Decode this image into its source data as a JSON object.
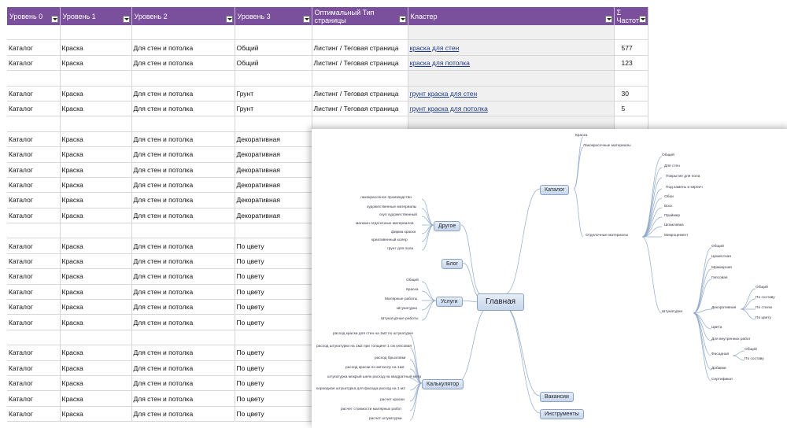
{
  "table": {
    "headers": [
      {
        "label": "Уровень 0"
      },
      {
        "label": "Уровень 1"
      },
      {
        "label": "Уровень 2"
      },
      {
        "label": "Уровень 3"
      },
      {
        "label": "Оптимальный Тип страницы"
      },
      {
        "label": "Кластер"
      },
      {
        "label": "Σ Частот"
      }
    ],
    "rows": [
      {
        "c0": "",
        "c1": "",
        "c2": "",
        "c3": "",
        "c4": "",
        "c5": "",
        "c6": ""
      },
      {
        "c0": "Каталог",
        "c1": "Краска",
        "c2": "Для стен и потолка",
        "c3": "Общий",
        "c4": "Листинг / Теговая страница",
        "c5": "краска для стен",
        "c6": "577"
      },
      {
        "c0": "Каталог",
        "c1": "Краска",
        "c2": "Для стен и потолка",
        "c3": "Общий",
        "c4": "Листинг / Теговая страница",
        "c5": "краска для потолка",
        "c6": "123"
      },
      {
        "c0": "",
        "c1": "",
        "c2": "",
        "c3": "",
        "c4": "",
        "c5": "",
        "c6": ""
      },
      {
        "c0": "Каталог",
        "c1": "Краска",
        "c2": "Для стен и потолка",
        "c3": "Грунт",
        "c4": "Листинг / Теговая страница",
        "c5": "грунт краска для стен",
        "c6": "30"
      },
      {
        "c0": "Каталог",
        "c1": "Краска",
        "c2": "Для стен и потолка",
        "c3": "Грунт",
        "c4": "Листинг / Теговая страница",
        "c5": "грунт краска для потолка",
        "c6": "5"
      },
      {
        "c0": "",
        "c1": "",
        "c2": "",
        "c3": "",
        "c4": "",
        "c5": "",
        "c6": ""
      },
      {
        "c0": "Каталог",
        "c1": "Краска",
        "c2": "Для стен и потолка",
        "c3": "Декоративная",
        "c4": "",
        "c5": "",
        "c6": ""
      },
      {
        "c0": "Каталог",
        "c1": "Краска",
        "c2": "Для стен и потолка",
        "c3": "Декоративная",
        "c4": "",
        "c5": "",
        "c6": ""
      },
      {
        "c0": "Каталог",
        "c1": "Краска",
        "c2": "Для стен и потолка",
        "c3": "Декоративная",
        "c4": "",
        "c5": "",
        "c6": ""
      },
      {
        "c0": "Каталог",
        "c1": "Краска",
        "c2": "Для стен и потолка",
        "c3": "Декоративная",
        "c4": "",
        "c5": "",
        "c6": ""
      },
      {
        "c0": "Каталог",
        "c1": "Краска",
        "c2": "Для стен и потолка",
        "c3": "Декоративная",
        "c4": "",
        "c5": "",
        "c6": ""
      },
      {
        "c0": "Каталог",
        "c1": "Краска",
        "c2": "Для стен и потолка",
        "c3": "Декоративная",
        "c4": "",
        "c5": "",
        "c6": ""
      },
      {
        "c0": "",
        "c1": "",
        "c2": "",
        "c3": "",
        "c4": "",
        "c5": "",
        "c6": ""
      },
      {
        "c0": "Каталог",
        "c1": "Краска",
        "c2": "Для стен и потолка",
        "c3": "По цвету",
        "c4": "",
        "c5": "",
        "c6": ""
      },
      {
        "c0": "Каталог",
        "c1": "Краска",
        "c2": "Для стен и потолка",
        "c3": "По цвету",
        "c4": "",
        "c5": "",
        "c6": ""
      },
      {
        "c0": "Каталог",
        "c1": "Краска",
        "c2": "Для стен и потолка",
        "c3": "По цвету",
        "c4": "",
        "c5": "",
        "c6": ""
      },
      {
        "c0": "Каталог",
        "c1": "Краска",
        "c2": "Для стен и потолка",
        "c3": "По цвету",
        "c4": "",
        "c5": "",
        "c6": ""
      },
      {
        "c0": "Каталог",
        "c1": "Краска",
        "c2": "Для стен и потолка",
        "c3": "По цвету",
        "c4": "",
        "c5": "",
        "c6": ""
      },
      {
        "c0": "Каталог",
        "c1": "Краска",
        "c2": "Для стен и потолка",
        "c3": "По цвету",
        "c4": "",
        "c5": "",
        "c6": ""
      },
      {
        "c0": "",
        "c1": "",
        "c2": "",
        "c3": "",
        "c4": "",
        "c5": "",
        "c6": ""
      },
      {
        "c0": "Каталог",
        "c1": "Краска",
        "c2": "Для стен и потолка",
        "c3": "По цвету",
        "c4": "",
        "c5": "",
        "c6": ""
      },
      {
        "c0": "Каталог",
        "c1": "Краска",
        "c2": "Для стен и потолка",
        "c3": "По цвету",
        "c4": "",
        "c5": "",
        "c6": ""
      },
      {
        "c0": "Каталог",
        "c1": "Краска",
        "c2": "Для стен и потолка",
        "c3": "По цвету",
        "c4": "",
        "c5": "",
        "c6": ""
      },
      {
        "c0": "Каталог",
        "c1": "Краска",
        "c2": "Для стен и потолка",
        "c3": "По цвету",
        "c4": "",
        "c5": "",
        "c6": ""
      },
      {
        "c0": "Каталог",
        "c1": "Краска",
        "c2": "Для стен и потолка",
        "c3": "По цвету",
        "c4": "",
        "c5": "",
        "c6": ""
      }
    ]
  },
  "mindmap": {
    "main": "Главная",
    "nodes": {
      "katalog": "Каталог",
      "drugoe": "Другое",
      "blog": "Блог",
      "uslugi": "Услуги",
      "kalk": "Калькулятор",
      "vakansii": "Вакансии",
      "instr": "Инструменты"
    },
    "leaves": {
      "k1": "Краска",
      "k2": "Лакокрасочные материалы",
      "k3": "Отделочные материалы",
      "k4": "Общий",
      "k5": "Для стен",
      "k6": "Покрытие для пола",
      "k7": "Под камень и кирпич",
      "k8": "Обои",
      "k9": "Воск",
      "k10": "Праймер",
      "k11": "Шпаклевка",
      "k12": "Микроцемент",
      "k13": "Штукатурка",
      "s1": "Общий",
      "s2": "Цементная",
      "s3": "Мраморная",
      "s4": "Гипсовая",
      "s5": "Декоративная",
      "s6": "Общий",
      "s7": "По составу",
      "s8": "По стилю",
      "s9": "По цвету",
      "s10": "Цвета",
      "s11": "Для внутренних работ",
      "s12": "Фасадная",
      "s13": "Общий",
      "s14": "По составу",
      "s15": "Добавки",
      "s16": "Сертификат",
      "d1": "лакокрасочное производство",
      "d2": "художественные материалы",
      "d3": "скуп художественный",
      "d4": "магазин отделочных материалов",
      "d5": "фирма краски",
      "d6": "креативенный колер",
      "d7": "грунт для пола",
      "u1": "Общий",
      "u2": "Краска",
      "u3": "Малярные работы",
      "u4": "Штукатурка",
      "u5": "Штукатурные работы",
      "c1": "расход краски для стен на 1м2 по штукатурке",
      "c2": "расход штукатурки на 1м2 при толщине 1 см гипсовая",
      "c3": "расход брызговки",
      "c4": "расход краски по металлу на 1м2",
      "c5": "штукатурка мокрый шелк расход на квадратный метр",
      "c6": "короедная штукатурка для фасада расход на 1 м2",
      "c7": "расчет краски",
      "c8": "расчет стоимости малярных работ",
      "c9": "расчет штукатурки"
    }
  }
}
